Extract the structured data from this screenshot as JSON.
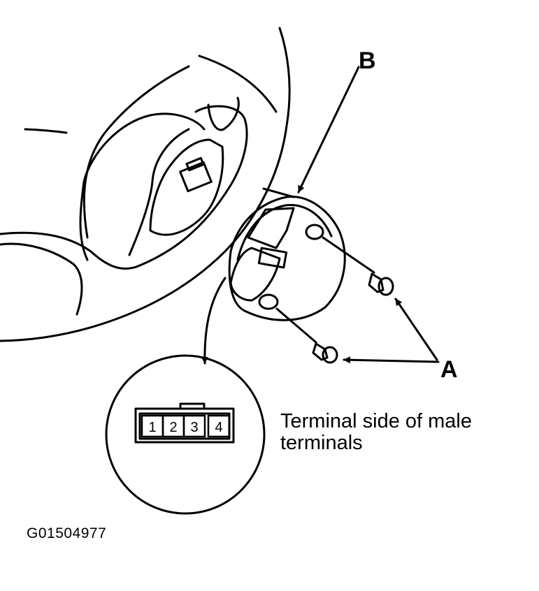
{
  "callouts": {
    "a": "A",
    "b": "B"
  },
  "connector": {
    "pins": [
      "1",
      "2",
      "3",
      "4"
    ],
    "caption": "Terminal side of male terminals"
  },
  "figure_id": "G01504977",
  "colors": {
    "ink": "#000000",
    "paper": "#ffffff"
  }
}
